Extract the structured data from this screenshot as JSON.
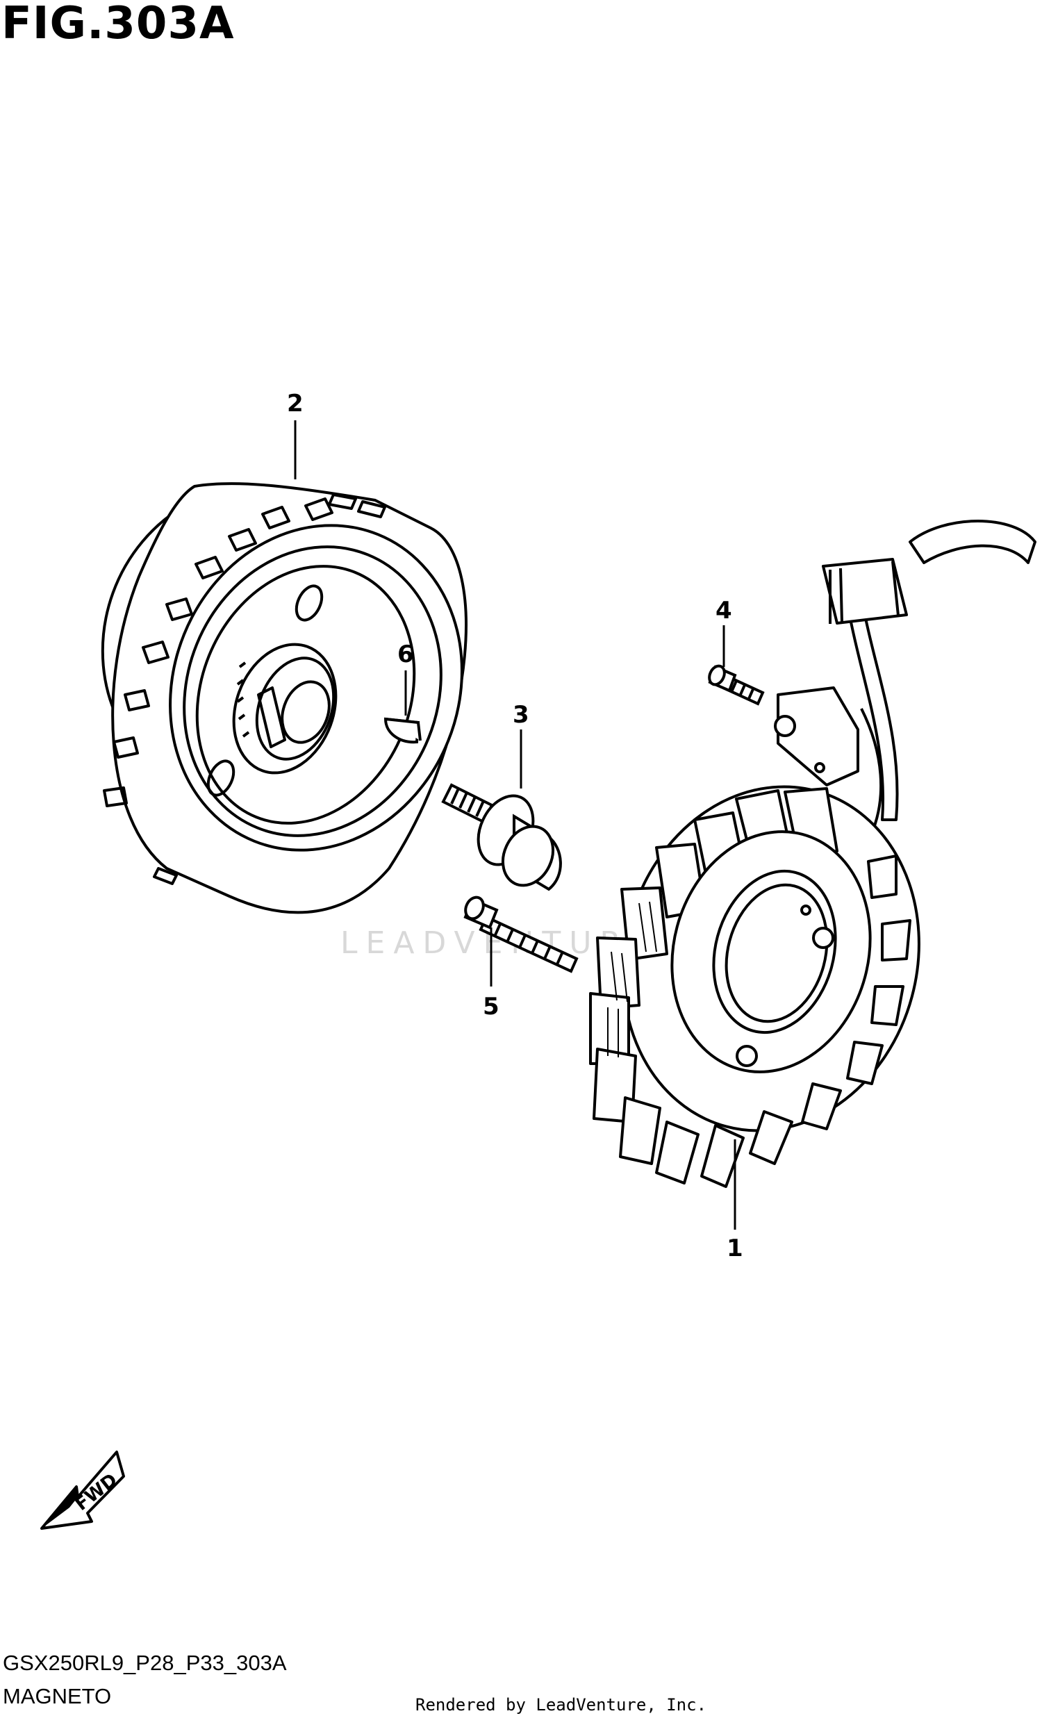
{
  "figure": {
    "title": "FIG.303A",
    "model_code": "GSX250RL9_P28_P33_303A",
    "section_name": "MAGNETO",
    "credit": "Rendered by LeadVenture, Inc.",
    "watermark": "LEADVENTURE"
  },
  "parts": [
    {
      "number": "1",
      "icon": "stator-coil-icon"
    },
    {
      "number": "2",
      "icon": "flywheel-rotor-icon"
    },
    {
      "number": "3",
      "icon": "flange-bolt-icon"
    },
    {
      "number": "4",
      "icon": "screw-icon"
    },
    {
      "number": "5",
      "icon": "screw-icon"
    },
    {
      "number": "6",
      "icon": "woodruff-key-icon"
    }
  ],
  "direction": {
    "label": "FWD",
    "icon": "forward-arrow-icon"
  }
}
